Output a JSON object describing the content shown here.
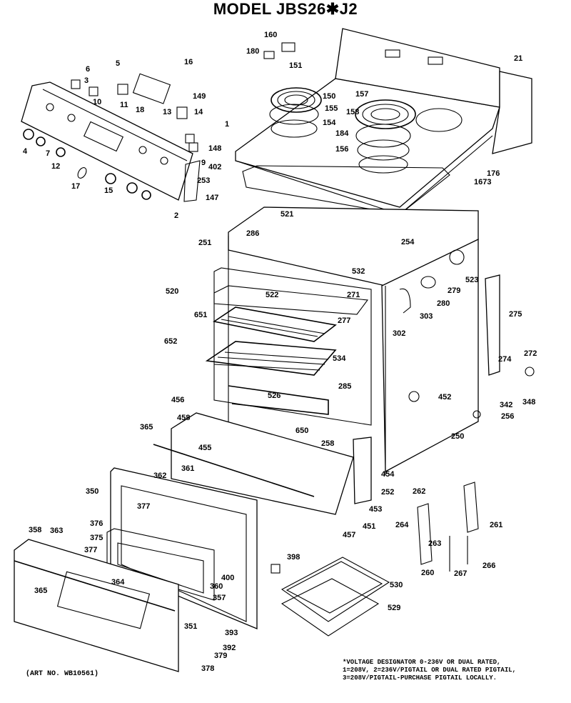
{
  "title": "MODEL JBS26✱J2",
  "art_number": "(ART NO. WB10561)",
  "footnote": [
    "*VOLTAGE DESIGNATOR 0-236V OR DUAL RATED,",
    "1=208V, 2=236V/PIGTAIL OR DUAL RATED PIGTAIL,",
    "3=208V/PIGTAIL-PURCHASE PIGTAIL LOCALLY."
  ],
  "part_labels": [
    "160",
    "180",
    "151",
    "21",
    "6",
    "5",
    "16",
    "3",
    "10",
    "11",
    "18",
    "149",
    "13",
    "14",
    "150",
    "155",
    "154",
    "157",
    "158",
    "184",
    "156",
    "1",
    "4",
    "7",
    "12",
    "17",
    "15",
    "148",
    "9",
    "402",
    "253",
    "147",
    "2",
    "1673",
    "176",
    "521",
    "286",
    "254",
    "251",
    "532",
    "523",
    "520",
    "522",
    "271",
    "279",
    "280",
    "303",
    "651",
    "277",
    "302",
    "275",
    "652",
    "534",
    "274",
    "272",
    "285",
    "452",
    "342",
    "348",
    "256",
    "456",
    "526",
    "458",
    "650",
    "250",
    "365",
    "455",
    "258",
    "454",
    "361",
    "252",
    "262",
    "350",
    "362",
    "453",
    "451",
    "377",
    "457",
    "261",
    "376",
    "264",
    "263",
    "358",
    "363",
    "375",
    "377",
    "400",
    "398",
    "260",
    "267",
    "266",
    "360",
    "364",
    "530",
    "357",
    "529",
    "365",
    "351",
    "393",
    "392",
    "379",
    "378"
  ]
}
